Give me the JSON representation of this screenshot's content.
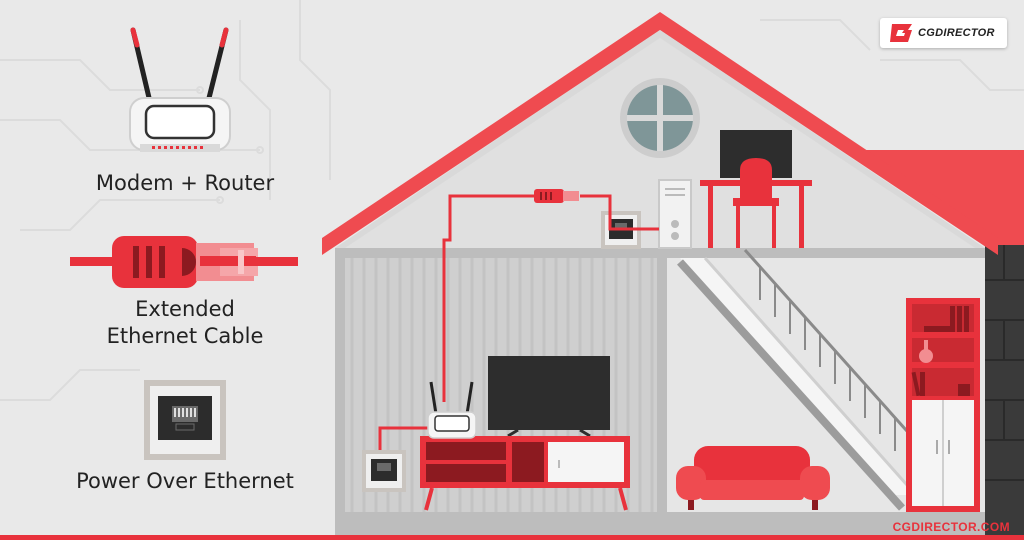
{
  "legend": {
    "router_label": "Modem + Router",
    "cable_label_line1": "Extended",
    "cable_label_line2": "Ethernet Cable",
    "poe_label": "Power Over Ethernet"
  },
  "brand": {
    "logo_text": "CGDIRECTOR",
    "footer_url": "CGDIRECTOR.COM"
  },
  "colors": {
    "accent": "#e8323c",
    "roof": "#ef4b50",
    "background": "#e9e9e9",
    "house_wall": "#d7d7d7",
    "dark": "#3a3a3a"
  },
  "icons": [
    "router-icon",
    "ethernet-cable-icon",
    "ethernet-port-icon",
    "tv-icon",
    "pc-tower-icon",
    "sofa-icon",
    "bookshelf-icon",
    "staircase-icon",
    "round-window-icon",
    "chair-icon"
  ]
}
